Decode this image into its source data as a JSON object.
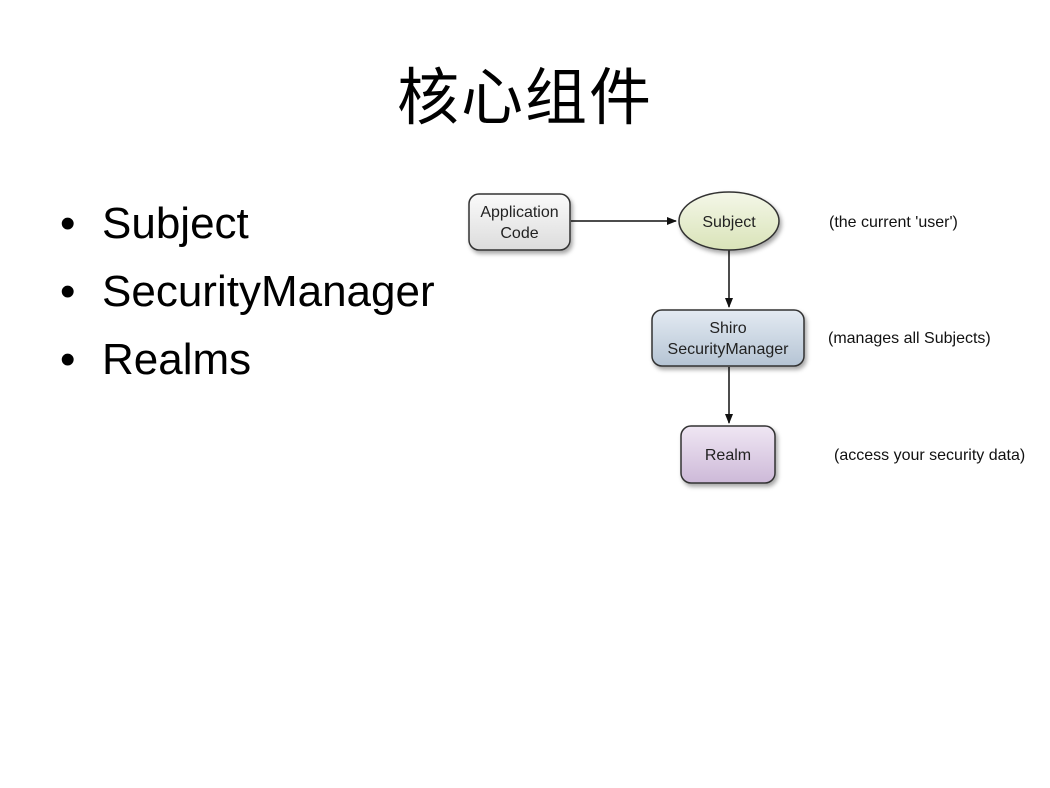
{
  "slide": {
    "title": "核心组件",
    "bullets": [
      "Subject",
      "SecurityManager",
      "Realms"
    ]
  },
  "diagram": {
    "nodes": {
      "app_code": {
        "line1": "Application",
        "line2": "Code"
      },
      "subject": {
        "label": "Subject",
        "note": "(the current 'user')"
      },
      "security_manager": {
        "line1": "Shiro",
        "line2": "SecurityManager",
        "note": "(manages all Subjects)"
      },
      "realm": {
        "label": "Realm",
        "note": "(access your security data)"
      }
    },
    "colors": {
      "app_code_fill": "#e8e8e8",
      "subject_fill": "#e6edce",
      "security_manager_fill": "#c9d4e0",
      "realm_fill": "#ddd0e4",
      "stroke": "#333333"
    }
  }
}
